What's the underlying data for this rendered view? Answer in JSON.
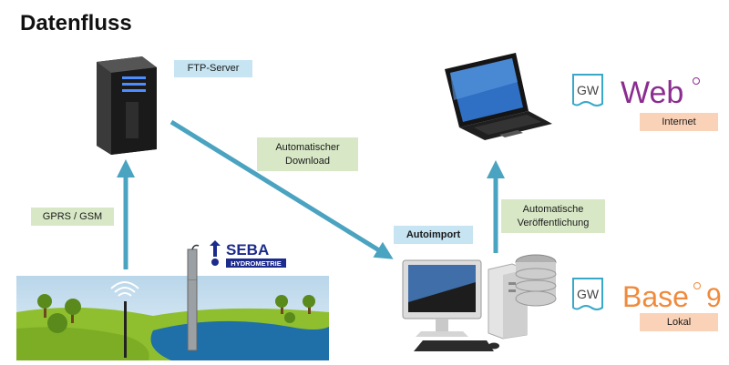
{
  "title": "Datenfluss",
  "labels": {
    "ftp_server": "FTP-Server",
    "automatic_download": "Automatischer Download",
    "gprs_gsm": "GPRS / GSM",
    "autoimport": "Autoimport",
    "automatic_publication": "Automatische Veröffentlichung",
    "internet": "Internet",
    "lokal": "Lokal"
  },
  "brands": {
    "gw_web": {
      "badge": "GW",
      "name": "Web"
    },
    "gw_base": {
      "badge": "GW",
      "name": "Base",
      "version": "9"
    },
    "seba": {
      "name": "SEBA",
      "sub": "HYDROMETRIE"
    }
  },
  "colors": {
    "arrow": "#4aa3c0",
    "gw_badge": "#38a8c8",
    "web": "#8b2c8f",
    "base": "#f08a3c",
    "seba_blue": "#1c2b8c"
  },
  "icons": [
    "server-icon",
    "laptop-icon",
    "desktop-computer-icon",
    "database-icon",
    "landscape-antenna-icon",
    "wifi-signal-icon",
    "water-level-probe-icon",
    "seba-logo"
  ]
}
